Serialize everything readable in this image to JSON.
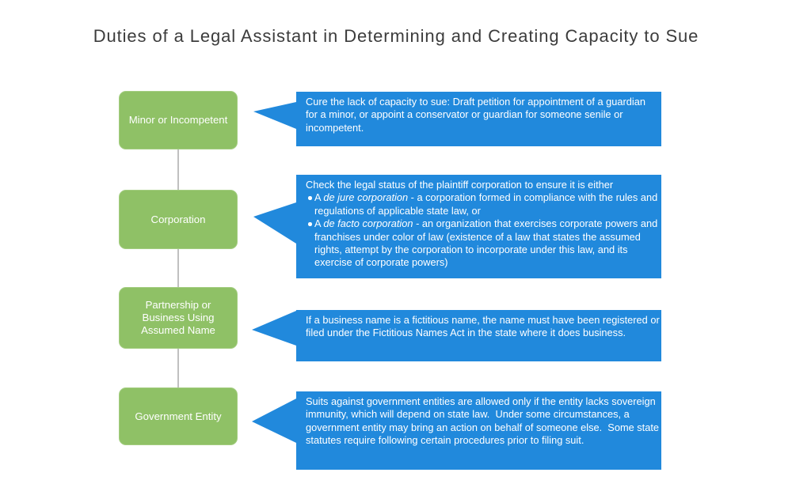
{
  "title": "Duties of a Legal Assistant in Determining and Creating Capacity to Sue",
  "colors": {
    "node_green": "#8fc166",
    "callout_blue": "#2189dc",
    "connector_gray": "#c0c0c0",
    "title_text": "#3c3c3c",
    "box_text": "#ffffff"
  },
  "nodes": [
    {
      "label": "Minor or Incompetent",
      "description": "Cure the lack of capacity to sue: Draft petition for appointment of a guardian for a minor, or appoint a conservator or guardian for someone senile or incompetent."
    },
    {
      "label": "Corporation",
      "intro": "Check the legal status of the plaintiff corporation to ensure it is either",
      "bullets": [
        {
          "pre": "A ",
          "italic": "de jure corporation",
          "post": " - a corporation formed in compliance with the rules and regulations of applicable state law, or"
        },
        {
          "pre": "A ",
          "italic": "de facto corporation",
          "post": " - an organization that exercises corporate powers and franchises under color of law (existence of a law that states the assumed rights, attempt by the corporation to incorporate under this law, and its exercise of corporate powers)"
        }
      ]
    },
    {
      "label": "Partnership or Business Using Assumed Name",
      "description": "If a business name is a fictitious name, the name must have been registered or filed under the Fictitious Names Act in the state where it does business."
    },
    {
      "label": "Government Entity",
      "description": "Suits against government entities are allowed only if the entity lacks sovereign immunity, which will depend on state law.  Under some circumstances, a government entity may bring an action on behalf of someone else.  Some state statutes require following certain procedures prior to filing suit."
    }
  ]
}
